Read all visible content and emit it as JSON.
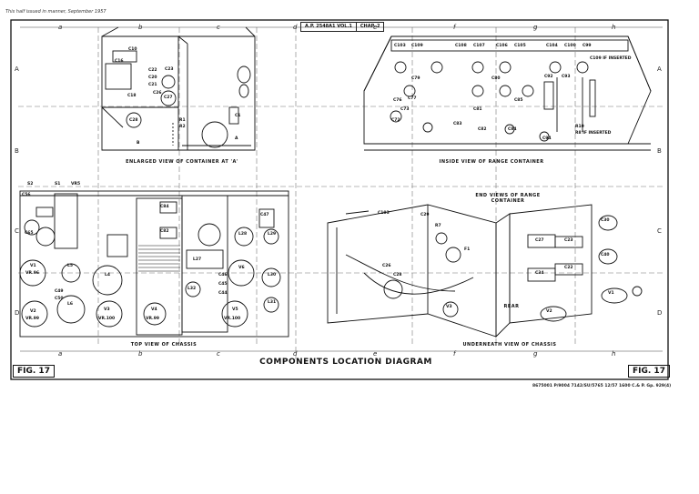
{
  "header_note": "This half issued in manner, September 1957",
  "ref_box": [
    "A.P. 2548A1 VOL.1",
    "CHAP. 2"
  ],
  "grid_letters": [
    "a",
    "b",
    "c",
    "d",
    "e",
    "f",
    "g",
    "h"
  ],
  "grid_rows": [
    "A",
    "B",
    "C",
    "D"
  ],
  "captions": {
    "container": "ENLARGED VIEW OF CONTAINER AT 'A'",
    "range_inside": "INSIDE VIEW OF RANGE CONTAINER",
    "chassis_top": "TOP VIEW OF CHASSIS",
    "chassis_under": "UNDERNEATH VIEW OF CHASSIS",
    "end_views": "END VIEWS OF RANGE CONTAINER",
    "rear": "REAR"
  },
  "title": "COMPONENTS LOCATION DIAGRAM",
  "fig_label": "FIG. 17",
  "footer": "8675001  P/9004  7142/SU/5765  12/57  1600  C.& P.  Gp. 929(4)",
  "labels": {
    "container": [
      "C10",
      "C16",
      "C22",
      "C20",
      "C21",
      "C23",
      "C27",
      "C18",
      "C26",
      "C28",
      "R1",
      "R2",
      "B",
      "A",
      "C1"
    ],
    "range": [
      "C103",
      "C109",
      "C108",
      "C107",
      "C106",
      "C105",
      "C104",
      "C100",
      "C99",
      "C109 IF INSERTED",
      "C79",
      "C76",
      "C77",
      "C73",
      "C72",
      "C80",
      "C83",
      "C81",
      "C82",
      "C84",
      "C85",
      "C94",
      "C92",
      "C93",
      "R10",
      "R8 IF INSERTED"
    ],
    "top": [
      "S2",
      "S1",
      "VR5",
      "C56",
      "C65",
      "V1",
      "V2",
      "V3",
      "V4",
      "V5",
      "V6",
      "VR.96",
      "VR.99",
      "VR.100",
      "VR.99",
      "VR.100",
      "L5",
      "L4",
      "L6",
      "C84",
      "C82",
      "L27",
      "L28",
      "L29",
      "L30",
      "L31",
      "L32",
      "C47",
      "C46",
      "C45",
      "C44",
      "C49",
      "C50"
    ],
    "under": [
      "C103",
      "C29",
      "R7",
      "F1",
      "C26",
      "C28",
      "V1",
      "V2",
      "V3",
      "C23",
      "C22",
      "C27",
      "C34",
      "C30",
      "C40"
    ]
  }
}
